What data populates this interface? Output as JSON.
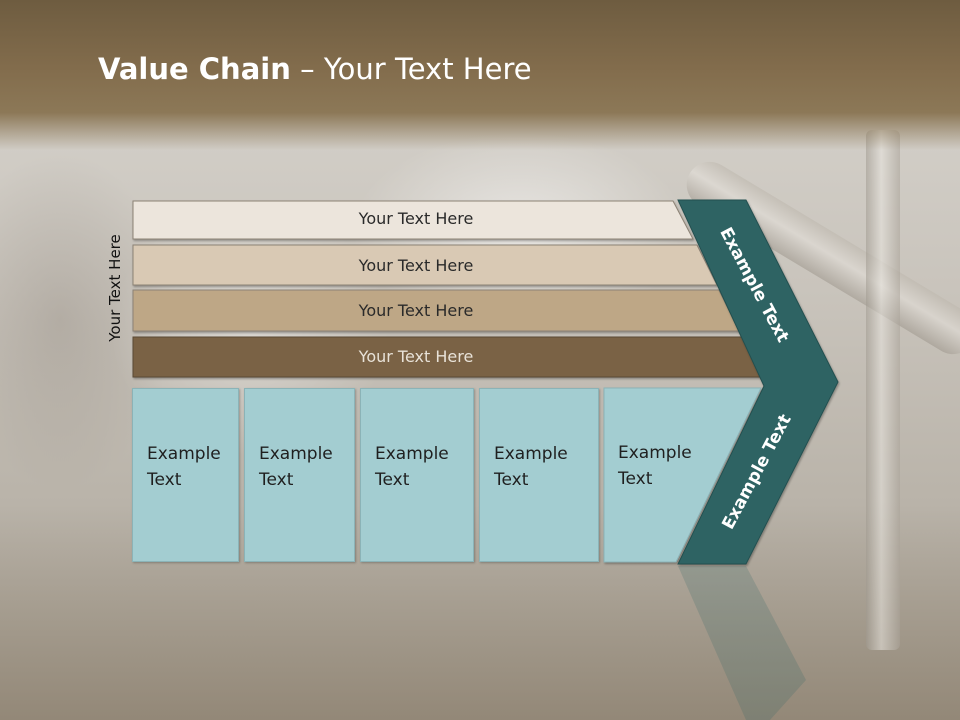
{
  "slide": {
    "title_bold": "Value Chain",
    "title_separator": " – ",
    "title_rest": "Your Text Here",
    "side_label": "Your Text Here"
  },
  "strips": [
    {
      "label": "Your Text Here",
      "fill": "#ece5dc",
      "text_color": "#2a2a2a"
    },
    {
      "label": "Your Text Here",
      "fill": "#d9c9b4",
      "text_color": "#2a2a2a"
    },
    {
      "label": "Your Text Here",
      "fill": "#bea786",
      "text_color": "#2a2a2a"
    },
    {
      "label": "Your Text Here",
      "fill": "#7a6245",
      "text_color": "#e8e2d8"
    }
  ],
  "boxes": [
    {
      "line1": "Example",
      "line2": "Text"
    },
    {
      "line1": "Example",
      "line2": "Text"
    },
    {
      "line1": "Example",
      "line2": "Text"
    },
    {
      "line1": "Example",
      "line2": "Text"
    },
    {
      "line1": "Example",
      "line2": "Text"
    }
  ],
  "chevron": {
    "upper_label": "Example Text",
    "lower_label": "Example Text",
    "fill": "#2f6464",
    "box_fill": "#a3cdd1"
  }
}
